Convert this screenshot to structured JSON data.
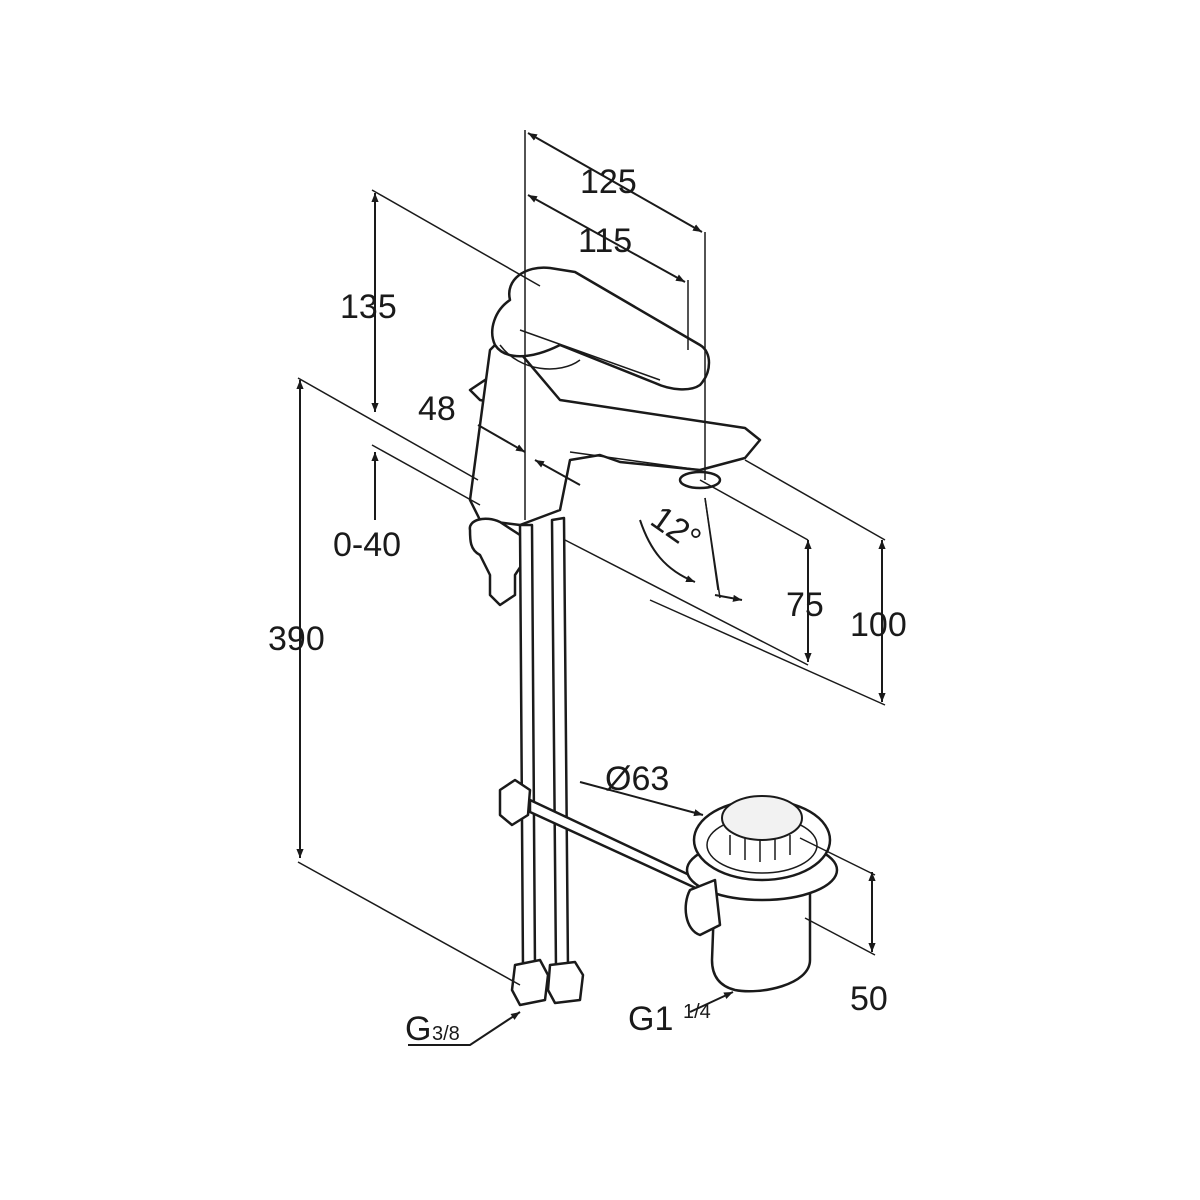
{
  "dimensions": {
    "spout_length_outer": "125",
    "spout_length_inner": "115",
    "body_height": "135",
    "lever_offset": "48",
    "tap_hole_thickness": "0-40",
    "overall_height": "390",
    "spout_angle": "12°",
    "spout_outlet_height": "75",
    "spout_top_height": "100",
    "waste_diameter": "Ø63",
    "waste_height": "50",
    "supply_thread_main": "G",
    "supply_thread_fraction": "3/8",
    "waste_thread_main": "G1",
    "waste_thread_fraction": "1/4"
  }
}
